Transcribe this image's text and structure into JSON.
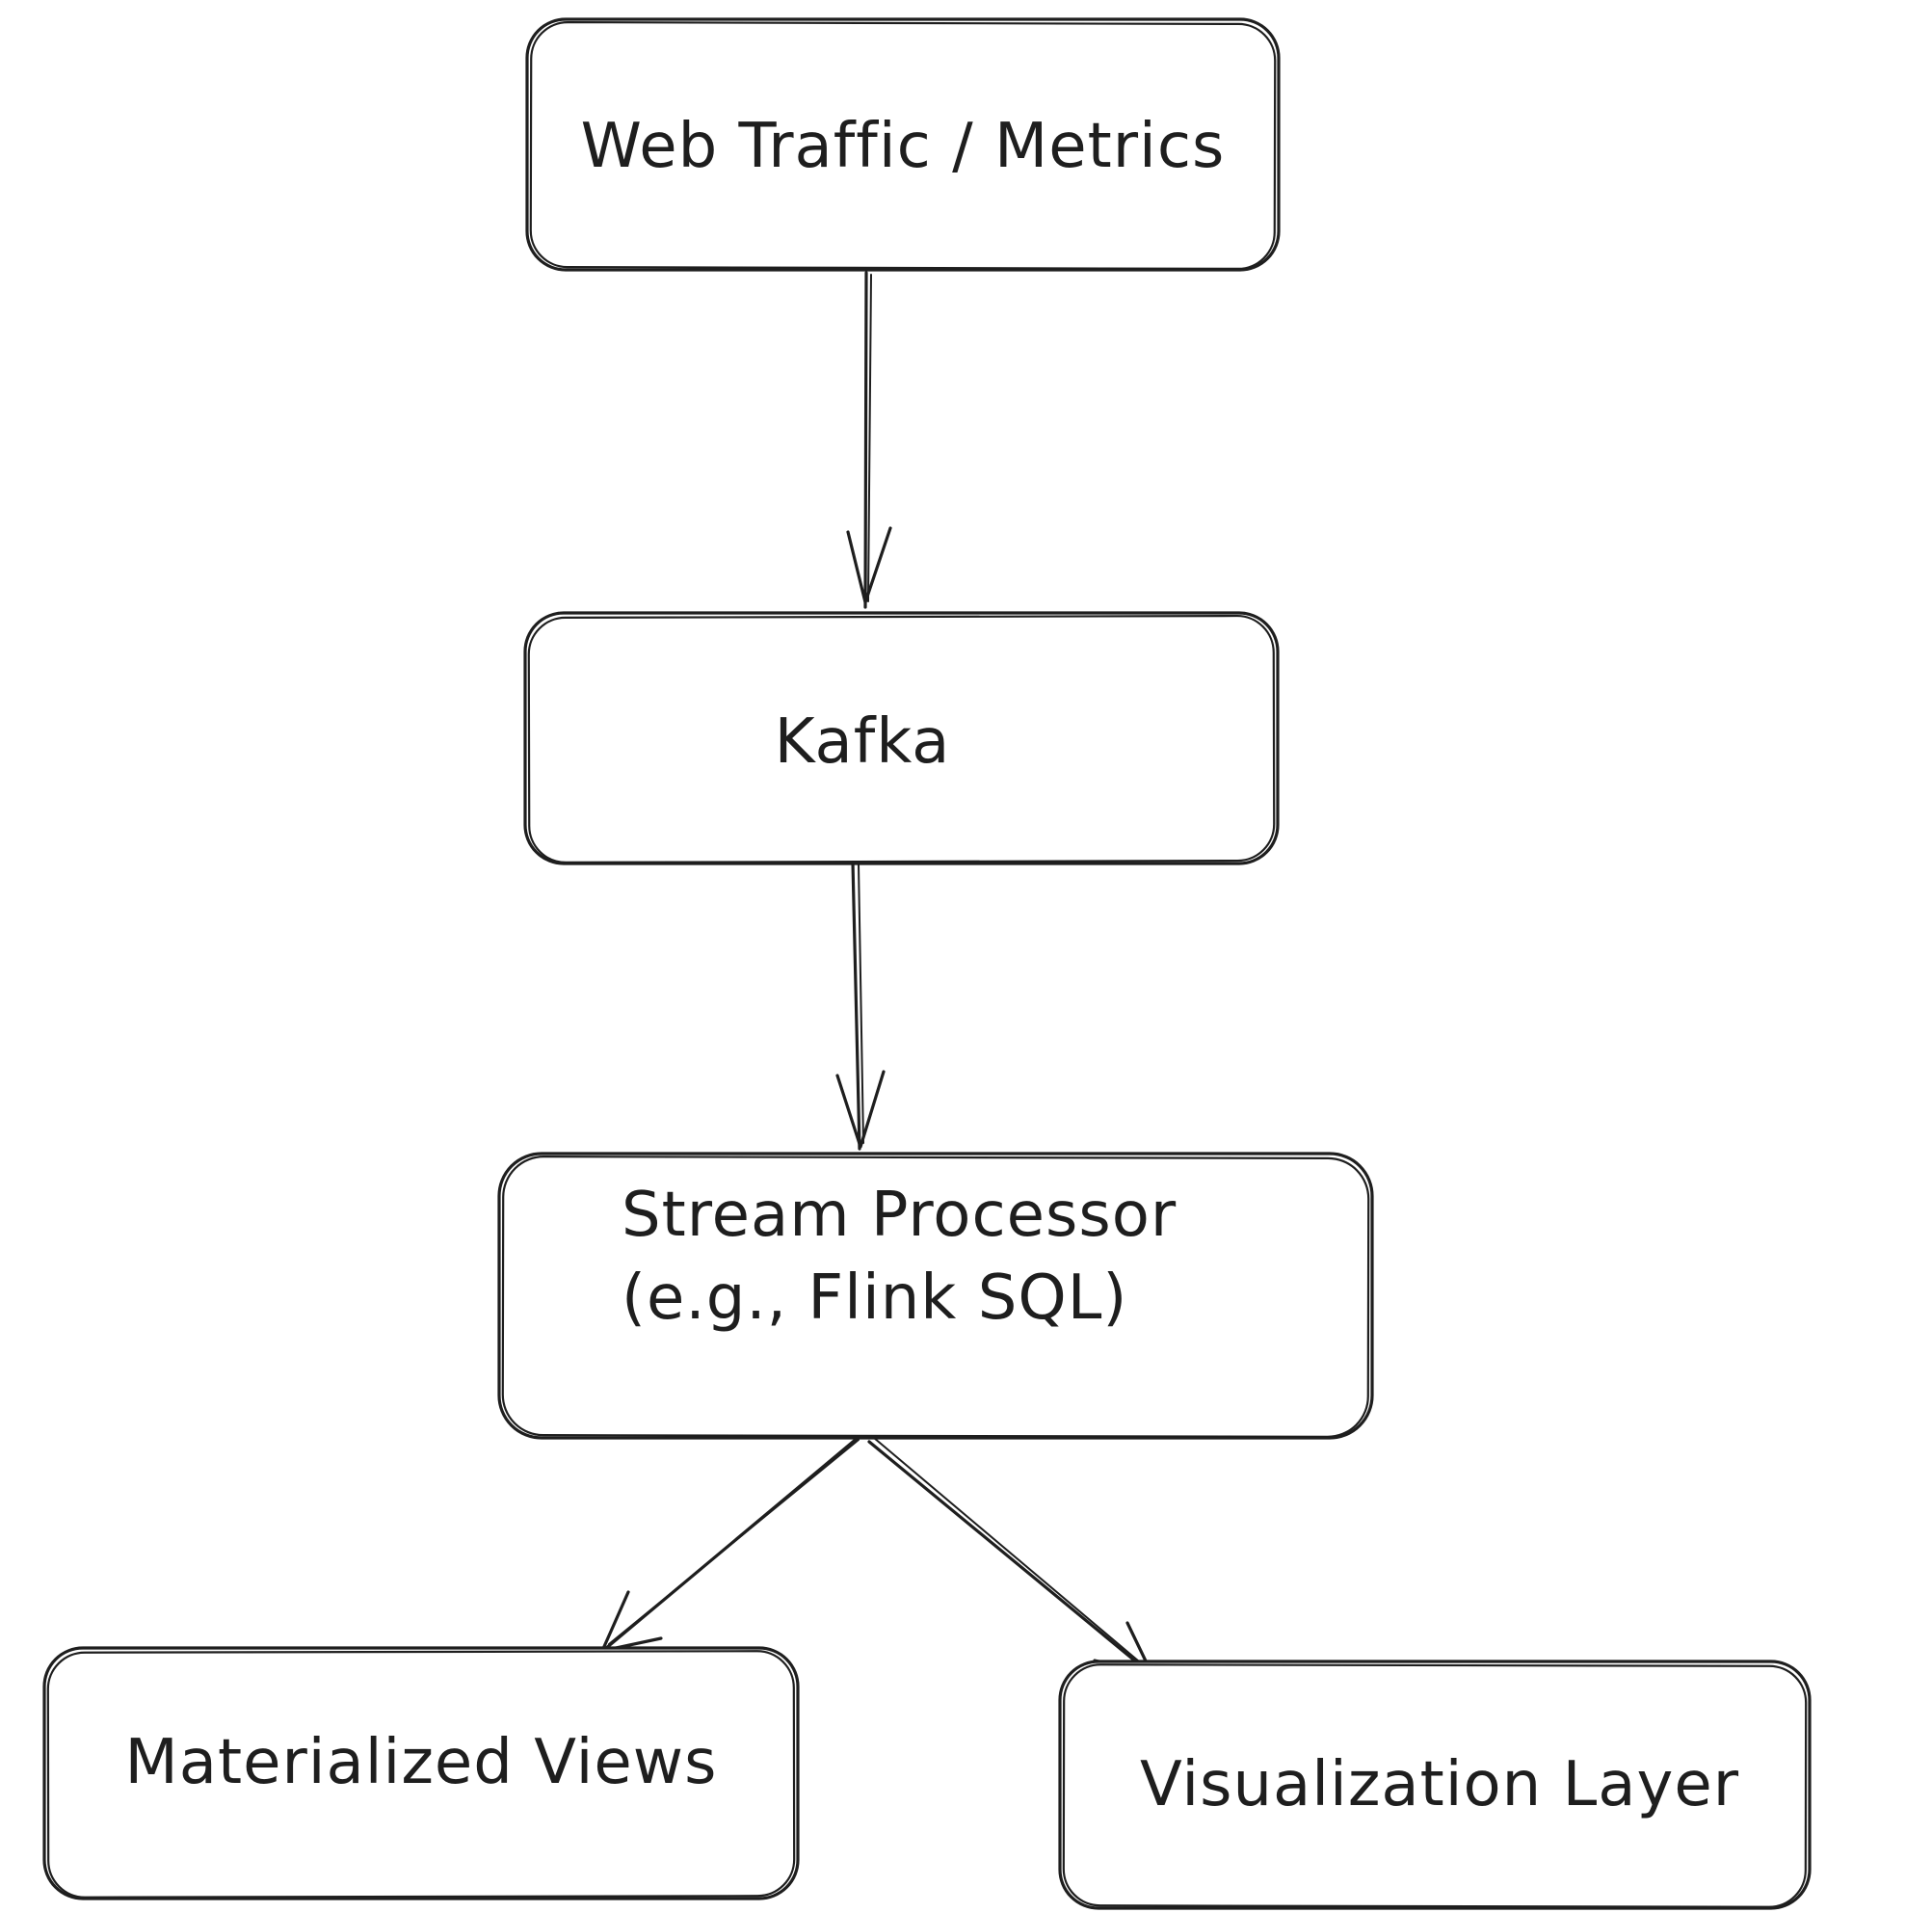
{
  "diagram": {
    "type": "flowchart",
    "direction": "top-down",
    "stroke_color": "#1e1e1e",
    "background_color": "#ffffff",
    "nodes": [
      {
        "id": "web-traffic",
        "lines": [
          "Web Traffic / Metrics"
        ]
      },
      {
        "id": "kafka",
        "lines": [
          "Kafka"
        ]
      },
      {
        "id": "stream-processor",
        "lines": [
          "Stream Processor",
          "(e.g., Flink SQL)"
        ]
      },
      {
        "id": "materialized-views",
        "lines": [
          "Materialized Views"
        ]
      },
      {
        "id": "visualization-layer",
        "lines": [
          "Visualization Layer"
        ]
      }
    ],
    "edges": [
      {
        "from": "web-traffic",
        "to": "kafka"
      },
      {
        "from": "kafka",
        "to": "stream-processor"
      },
      {
        "from": "stream-processor",
        "to": "materialized-views"
      },
      {
        "from": "stream-processor",
        "to": "visualization-layer"
      }
    ]
  }
}
